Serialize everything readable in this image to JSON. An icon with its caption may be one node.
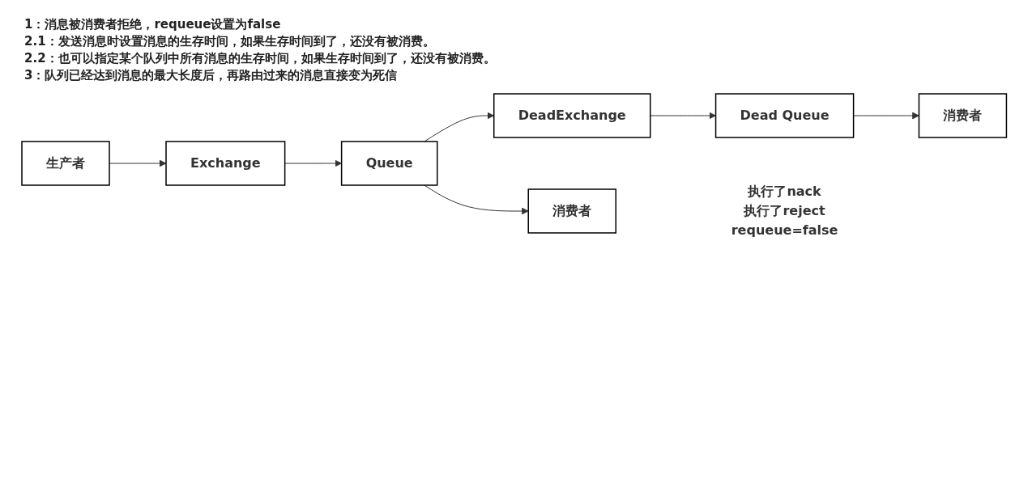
{
  "diagram": {
    "nodes": [
      {
        "text": [
          "生产者"
        ]
      },
      {
        "text": [
          "Exchange"
        ]
      },
      {
        "text": [
          "Queue"
        ]
      },
      {
        "text": [
          "消费者"
        ],
        "beside": [
          "执行了nack",
          "执行了reject",
          "requeue=false"
        ]
      },
      {
        "text": [
          "DeadExchange"
        ]
      },
      {
        "text": [
          "Dead Queue"
        ]
      },
      {
        "text": [
          "消费者"
        ]
      }
    ],
    "edges": [
      {
        "from": 0,
        "to": 1,
        "arrow": "to"
      },
      {
        "from": 1,
        "to": 2,
        "arrow": "to"
      },
      {
        "from": 2,
        "to": 3,
        "arrow": "to"
      },
      {
        "from": 2,
        "to": 4,
        "arrow": "to"
      },
      {
        "from": 4,
        "to": 5,
        "arrow": "to"
      },
      {
        "from": 5,
        "to": 6,
        "arrow": "to"
      }
    ],
    "labels": [
      "1：消息被消费者拒绝，requeue设置为false",
      "2.1：发送消息时设置消息的生存时间，如果生存时间到了，还没有被消费。",
      "2.2：也可以指定某个队列中所有消息的生存时间，如果生存时间到了，还没有被消费。",
      "3：队列已经达到消息的最大长度后，再路由过来的消息直接变为死信"
    ]
  }
}
